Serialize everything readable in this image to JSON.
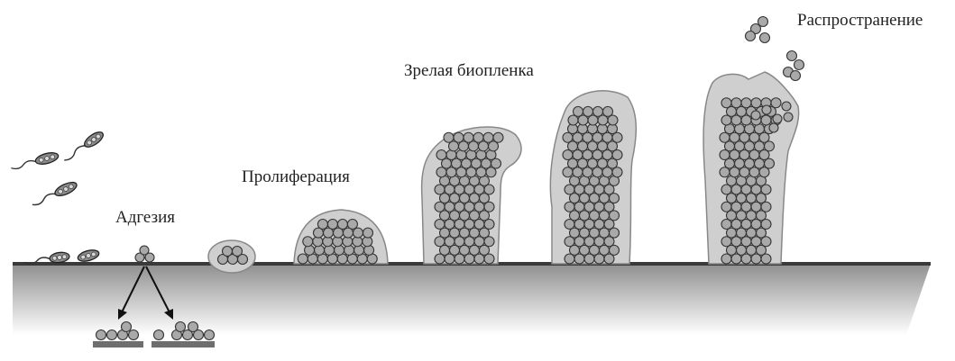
{
  "labels": {
    "adhesion": "Адгезия",
    "proliferation": "Пролиферация",
    "mature_biofilm": "Зрелая биопленка",
    "dispersal": "Распространение"
  },
  "colors": {
    "cell_fill": "#a9a9a9",
    "cell_stroke": "#333333",
    "matrix_fill": "#cfcfcf",
    "matrix_stroke": "#888888",
    "surface_top": "#3a3a3a",
    "surface_gradient_top": "#8f8f8f",
    "surface_gradient_bottom": "#ffffff"
  }
}
